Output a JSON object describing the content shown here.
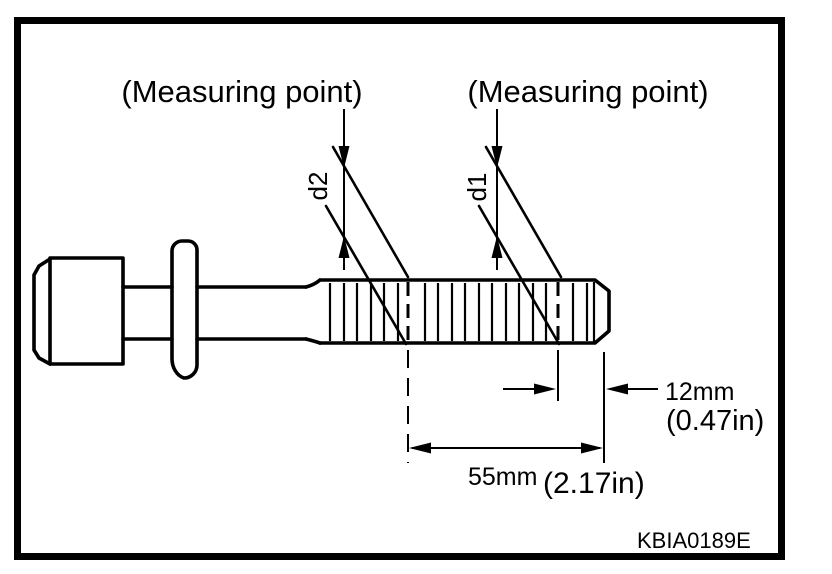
{
  "figure": {
    "type": "technical-diagram",
    "subject": "cylinder-head-bolt-measuring-points",
    "background_color": "#ffffff",
    "line_color": "#000000",
    "callout_left": {
      "label": "(Measuring point)",
      "dim": "d2"
    },
    "callout_right": {
      "label": "(Measuring point)",
      "dim": "d1"
    },
    "dim_tip": {
      "mm": "12mm",
      "inch": "(0.47in)"
    },
    "dim_length": {
      "mm": "55mm",
      "inch": "(2.17in)"
    },
    "code": "KBIA0189E"
  }
}
